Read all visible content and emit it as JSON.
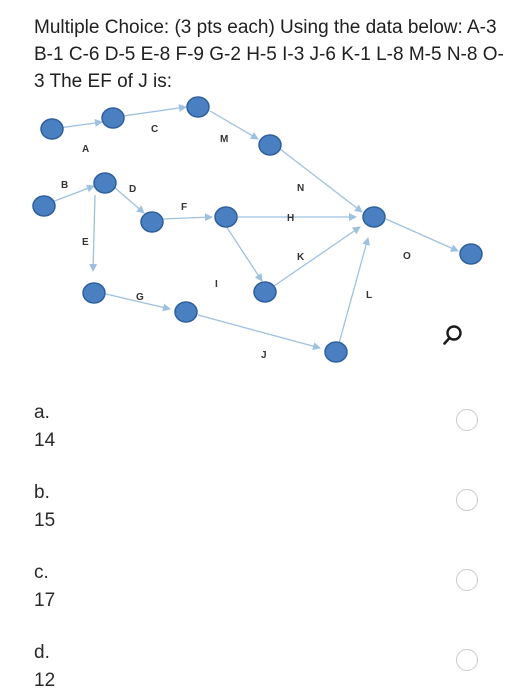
{
  "question": {
    "text": "Multiple Choice: (3 pts each) Using the data below: A-3 B-1 C-6 D-5 E-8 F-9 G-2 H-5 I-3 J-6 K-1 L-8 M-5 N-8 O-3 The EF of J is:"
  },
  "network": {
    "node_color": "#4a7fc1",
    "node_stroke": "#2f5f9c",
    "arrow_color": "#9fc1e0",
    "labels": {
      "A": "A",
      "B": "B",
      "C": "C",
      "D": "D",
      "E": "E",
      "F": "F",
      "G": "G",
      "H": "H",
      "I": "I",
      "J": "J",
      "K": "K",
      "L": "L",
      "M": "M",
      "N": "N",
      "O": "O"
    }
  },
  "options": [
    {
      "letter": "a.",
      "value": "14"
    },
    {
      "letter": "b.",
      "value": "15"
    },
    {
      "letter": "c.",
      "value": "17"
    },
    {
      "letter": "d.",
      "value": "12"
    }
  ],
  "icons": {
    "search": "search-icon",
    "radio": "radio-button"
  }
}
